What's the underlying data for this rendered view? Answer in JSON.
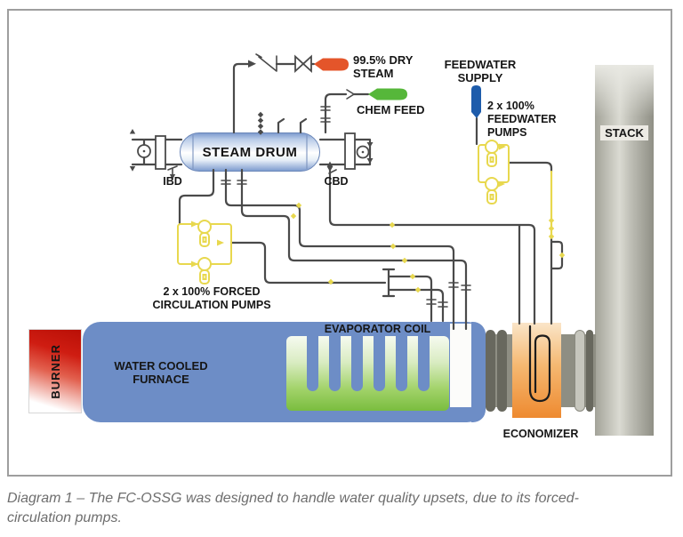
{
  "colors": {
    "pipe": "#4a4a4a",
    "pump_yellow": "#e8d84e",
    "steam_orange": "#e4552a",
    "chem_green": "#56b73a",
    "feed_blue": "#1e5cab",
    "furnace_blue": "#6d8dc6",
    "evap_green": "#7abd3f",
    "econ_orange": "#ee8a30",
    "duct_gray": "#8e8e83",
    "bellows_gray": "#68685e",
    "burner_red": "#cf1d12",
    "caption_gray": "#6e6e6e"
  },
  "diagram": {
    "caption": "Diagram 1 – The FC-OSSG was designed to handle water quality upsets, due to its forced-\ncirculation pumps.",
    "drum": {
      "label": "STEAM DRUM",
      "ibd": "IBD",
      "cbd": "CBD"
    },
    "streams": {
      "dry_steam": "99.5% DRY\nSTEAM",
      "chem_feed": "CHEM FEED",
      "feedwater_supply": "FEEDWATER\nSUPPLY"
    },
    "pumps": {
      "feedwater": "2 x 100%\nFEEDWATER\nPUMPS",
      "forced_circulation": "2 x 100% FORCED\nCIRCULATION PUMPS"
    },
    "furnace": {
      "label": "WATER COOLED\nFURNACE",
      "burner": "BURNER",
      "evaporator": "EVAPORATOR COIL"
    },
    "flue": {
      "economizer": "ECONOMIZER",
      "stack": "STACK"
    }
  }
}
